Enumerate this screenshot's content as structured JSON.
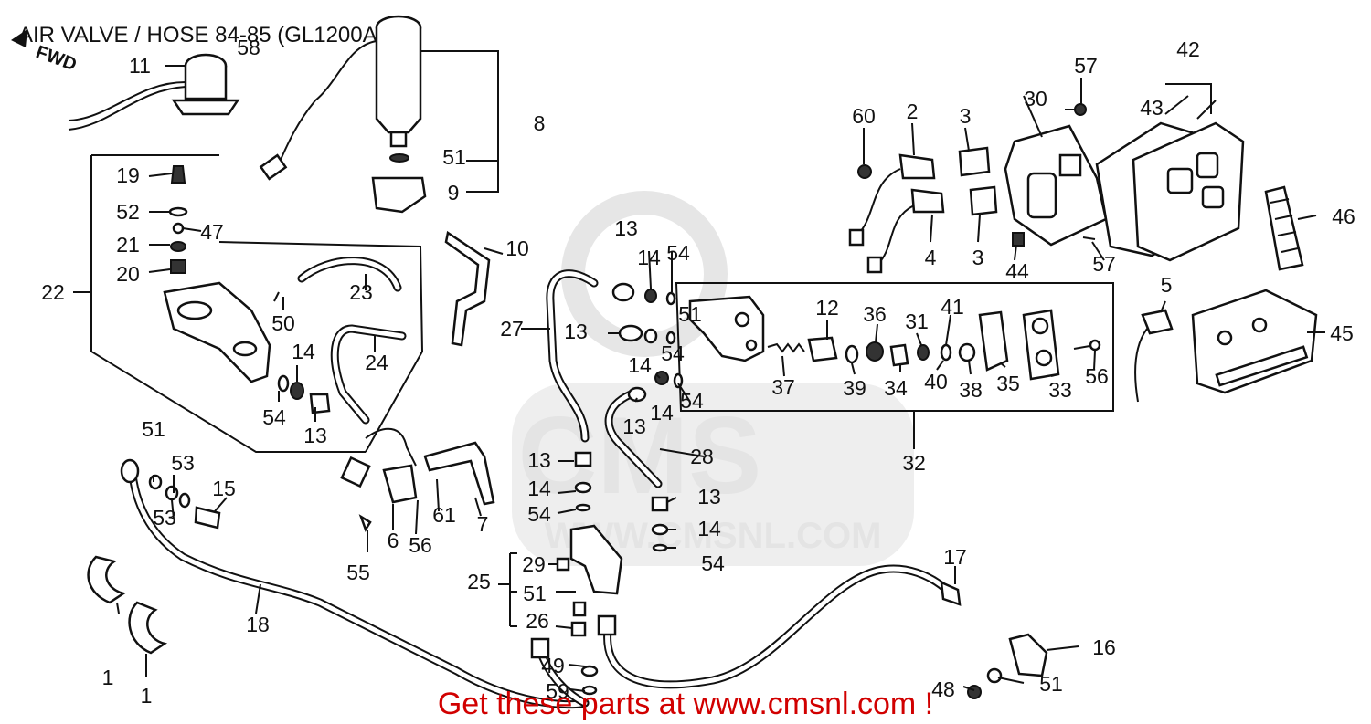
{
  "diagram": {
    "title": "AIR VALVE / HOSE 84-85 (GL1200A)",
    "direction_marker": "FWD",
    "watermark": "CMS",
    "watermark_url": "WWW.CMSNL.COM",
    "footer": "Get these parts at www.cmsnl.com !",
    "accent_color": "#d10000",
    "callouts": [
      "1",
      "1",
      "2",
      "3",
      "3",
      "4",
      "5",
      "6",
      "7",
      "8",
      "9",
      "10",
      "11",
      "12",
      "13",
      "13",
      "13",
      "13",
      "13",
      "13",
      "14",
      "14",
      "14",
      "14",
      "14",
      "14",
      "15",
      "16",
      "17",
      "18",
      "19",
      "20",
      "21",
      "22",
      "23",
      "24",
      "25",
      "26",
      "27",
      "28",
      "29",
      "30",
      "31",
      "32",
      "33",
      "34",
      "35",
      "36",
      "37",
      "38",
      "39",
      "40",
      "41",
      "42",
      "43",
      "44",
      "45",
      "46",
      "47",
      "48",
      "49",
      "50",
      "51",
      "51",
      "51",
      "51",
      "51",
      "52",
      "53",
      "53",
      "54",
      "54",
      "54",
      "54",
      "54",
      "54",
      "55",
      "56",
      "56",
      "57",
      "57",
      "58",
      "59",
      "60",
      "61"
    ]
  }
}
